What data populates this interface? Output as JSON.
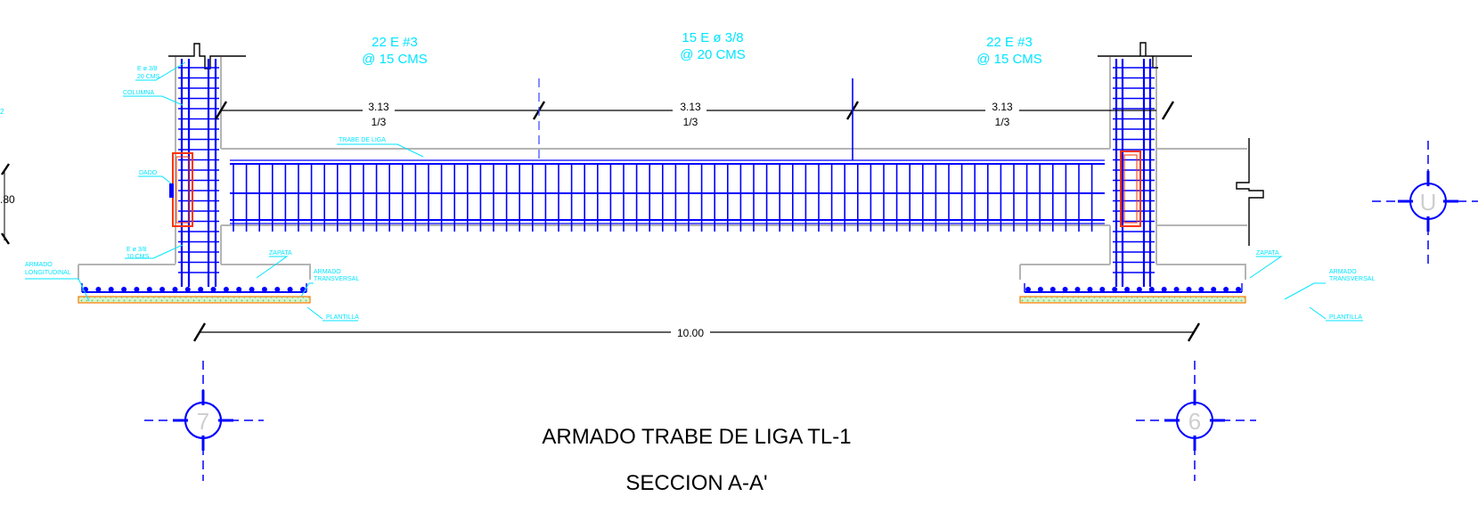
{
  "spacing": {
    "left": {
      "line1": "22 E  #3",
      "line2": "@ 15 CMS"
    },
    "center": {
      "line1": "15 E  ø 3/8",
      "line2": "@ 20 CMS"
    },
    "right": {
      "line1": "22 E  #3",
      "line2": "@ 15 CMS"
    }
  },
  "dims": {
    "seg1": {
      "value": "3.13",
      "ratio": "1/3"
    },
    "seg2": {
      "value": "3.13",
      "ratio": "1/3"
    },
    "seg3": {
      "value": "3.13",
      "ratio": "1/3"
    },
    "total": "10.00",
    "left_partial": ".80",
    "left_edge_mark": "2"
  },
  "labels": {
    "stirrup_col_1": "E  ø 3/8",
    "stirrup_col_2": "20 CMS",
    "columna": "COLUMNA",
    "trabe_de_liga": "TRABE DE LIGA",
    "dado": "DADO",
    "stirrup_low_1": "E  ø 3/8",
    "stirrup_low_2": "10 CMS",
    "armado_long_1": "ARMADO",
    "armado_long_2": "LONGITUDINAL",
    "zapata_left": "ZAPATA",
    "armado_trans_left_1": "ARMADO",
    "armado_trans_left_2": "TRANSVERSAL",
    "plantilla_left": "PLANTILLA",
    "zapata_right": "ZAPATA",
    "armado_trans_right_1": "ARMADO",
    "armado_trans_right_2": "TRANSVERSAL",
    "plantilla_right": "PLANTILLA"
  },
  "axes": {
    "left": "7",
    "right": "6",
    "far_right": "U"
  },
  "title": {
    "line1": "ARMADO TRABE DE LIGA TL-1",
    "line2": "SECCION A-A'"
  },
  "colors": {
    "rebar": "#0000ff",
    "annotation": "#00e5ff",
    "dado": "#ff3300",
    "concrete": "#b4b4b4",
    "lean_fill": "#a8e6a0"
  }
}
